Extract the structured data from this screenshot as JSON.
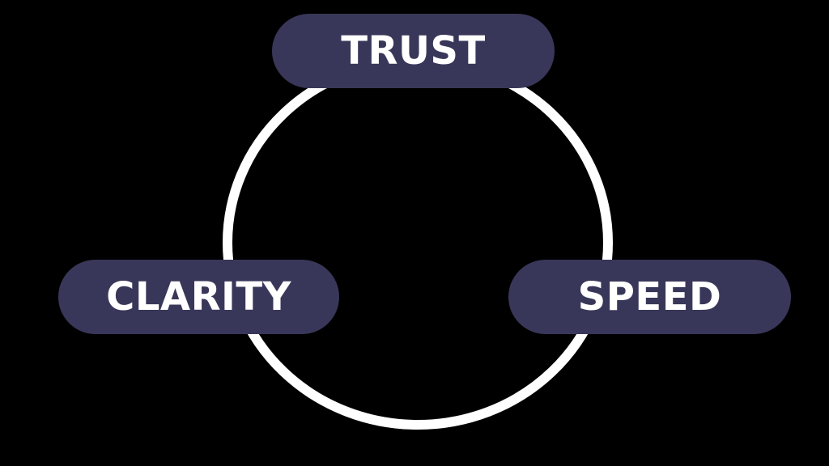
{
  "colors": {
    "background": "#000000",
    "ring": "#ffffff",
    "pill_fill": "#393759",
    "pill_text": "#ffffff"
  },
  "nodes": {
    "top": {
      "label": "TRUST"
    },
    "left": {
      "label": "CLARITY"
    },
    "right": {
      "label": "SPEED"
    }
  }
}
